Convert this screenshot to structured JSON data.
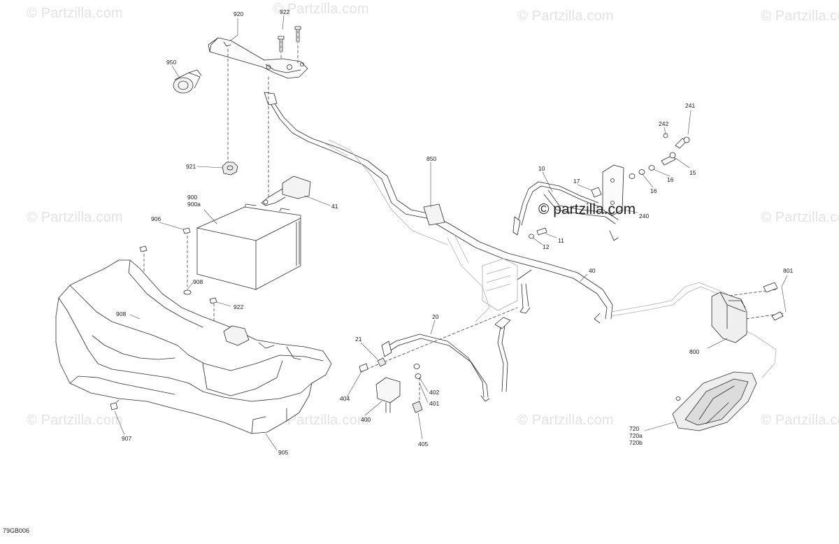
{
  "diagram": {
    "code": "79GB006",
    "watermark": "© Partzilla.com",
    "watermark_center": "© partzilla.com",
    "callouts": [
      {
        "id": "920",
        "label": "920"
      },
      {
        "id": "922a",
        "label": "922"
      },
      {
        "id": "950",
        "label": "950"
      },
      {
        "id": "921",
        "label": "921"
      },
      {
        "id": "900",
        "label": "900"
      },
      {
        "id": "900a",
        "label": "900a"
      },
      {
        "id": "41",
        "label": "41"
      },
      {
        "id": "906",
        "label": "906"
      },
      {
        "id": "908a",
        "label": "908"
      },
      {
        "id": "908b",
        "label": "908"
      },
      {
        "id": "922b",
        "label": "922"
      },
      {
        "id": "907",
        "label": "907"
      },
      {
        "id": "905",
        "label": "905"
      },
      {
        "id": "850",
        "label": "850"
      },
      {
        "id": "10",
        "label": "10"
      },
      {
        "id": "17",
        "label": "17"
      },
      {
        "id": "241",
        "label": "241"
      },
      {
        "id": "242",
        "label": "242"
      },
      {
        "id": "15",
        "label": "15"
      },
      {
        "id": "16a",
        "label": "16"
      },
      {
        "id": "16b",
        "label": "16"
      },
      {
        "id": "240",
        "label": "240"
      },
      {
        "id": "11",
        "label": "11"
      },
      {
        "id": "12",
        "label": "12"
      },
      {
        "id": "40",
        "label": "40"
      },
      {
        "id": "20",
        "label": "20"
      },
      {
        "id": "21",
        "label": "21"
      },
      {
        "id": "404",
        "label": "404"
      },
      {
        "id": "402",
        "label": "402"
      },
      {
        "id": "401",
        "label": "401"
      },
      {
        "id": "400",
        "label": "400"
      },
      {
        "id": "405",
        "label": "405"
      },
      {
        "id": "801",
        "label": "801"
      },
      {
        "id": "800",
        "label": "800"
      },
      {
        "id": "720",
        "label": "720"
      },
      {
        "id": "720a",
        "label": "720a"
      },
      {
        "id": "720b",
        "label": "720b"
      }
    ]
  }
}
